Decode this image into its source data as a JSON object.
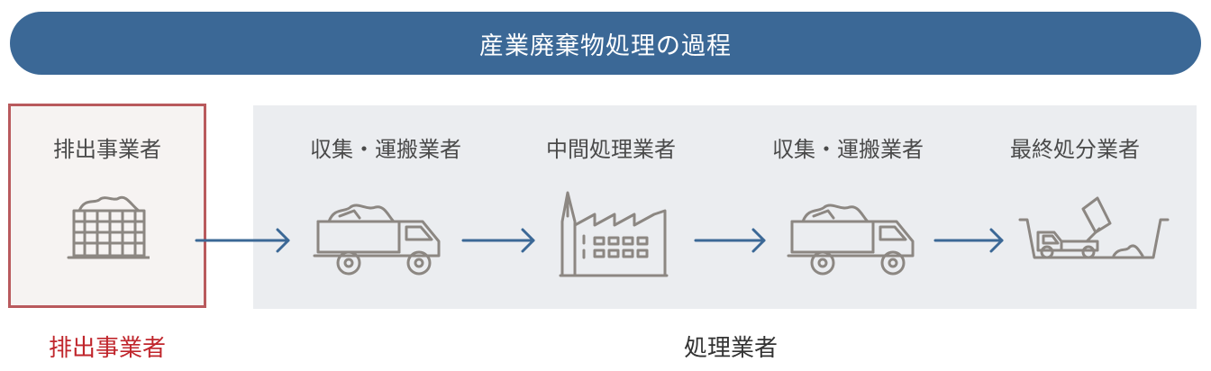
{
  "header": {
    "title": "産業廃棄物処理の過程"
  },
  "stages": [
    {
      "label": "排出事業者",
      "icon": "waste-container-icon"
    },
    {
      "label": "収集・運搬業者",
      "icon": "dump-truck-icon"
    },
    {
      "label": "中間処理業者",
      "icon": "factory-icon"
    },
    {
      "label": "収集・運搬業者",
      "icon": "dump-truck-icon"
    },
    {
      "label": "最終処分業者",
      "icon": "landfill-dump-icon"
    }
  ],
  "groups": {
    "emitter": "排出事業者",
    "processor": "処理業者"
  },
  "colors": {
    "banner": "#3b6896",
    "arrow": "#3b6896",
    "emitter_border": "#b95a5d",
    "emitter_text": "#c0262c",
    "icon": "#8c8782",
    "panel": "#ebedf0"
  }
}
